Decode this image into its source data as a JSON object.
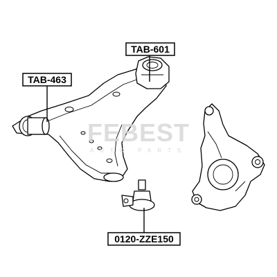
{
  "diagram": {
    "labels": {
      "lower_arm_rear_bushing": "TAB-601",
      "lower_arm_front_bushing": "TAB-463",
      "ball_joint": "0120-ZZE150"
    },
    "watermark": {
      "brand": "FEBEST",
      "subtitle": "AUTO PARTS"
    },
    "colors": {
      "line": "#000000",
      "watermark": "#d8d8d8",
      "background": "#ffffff"
    }
  }
}
